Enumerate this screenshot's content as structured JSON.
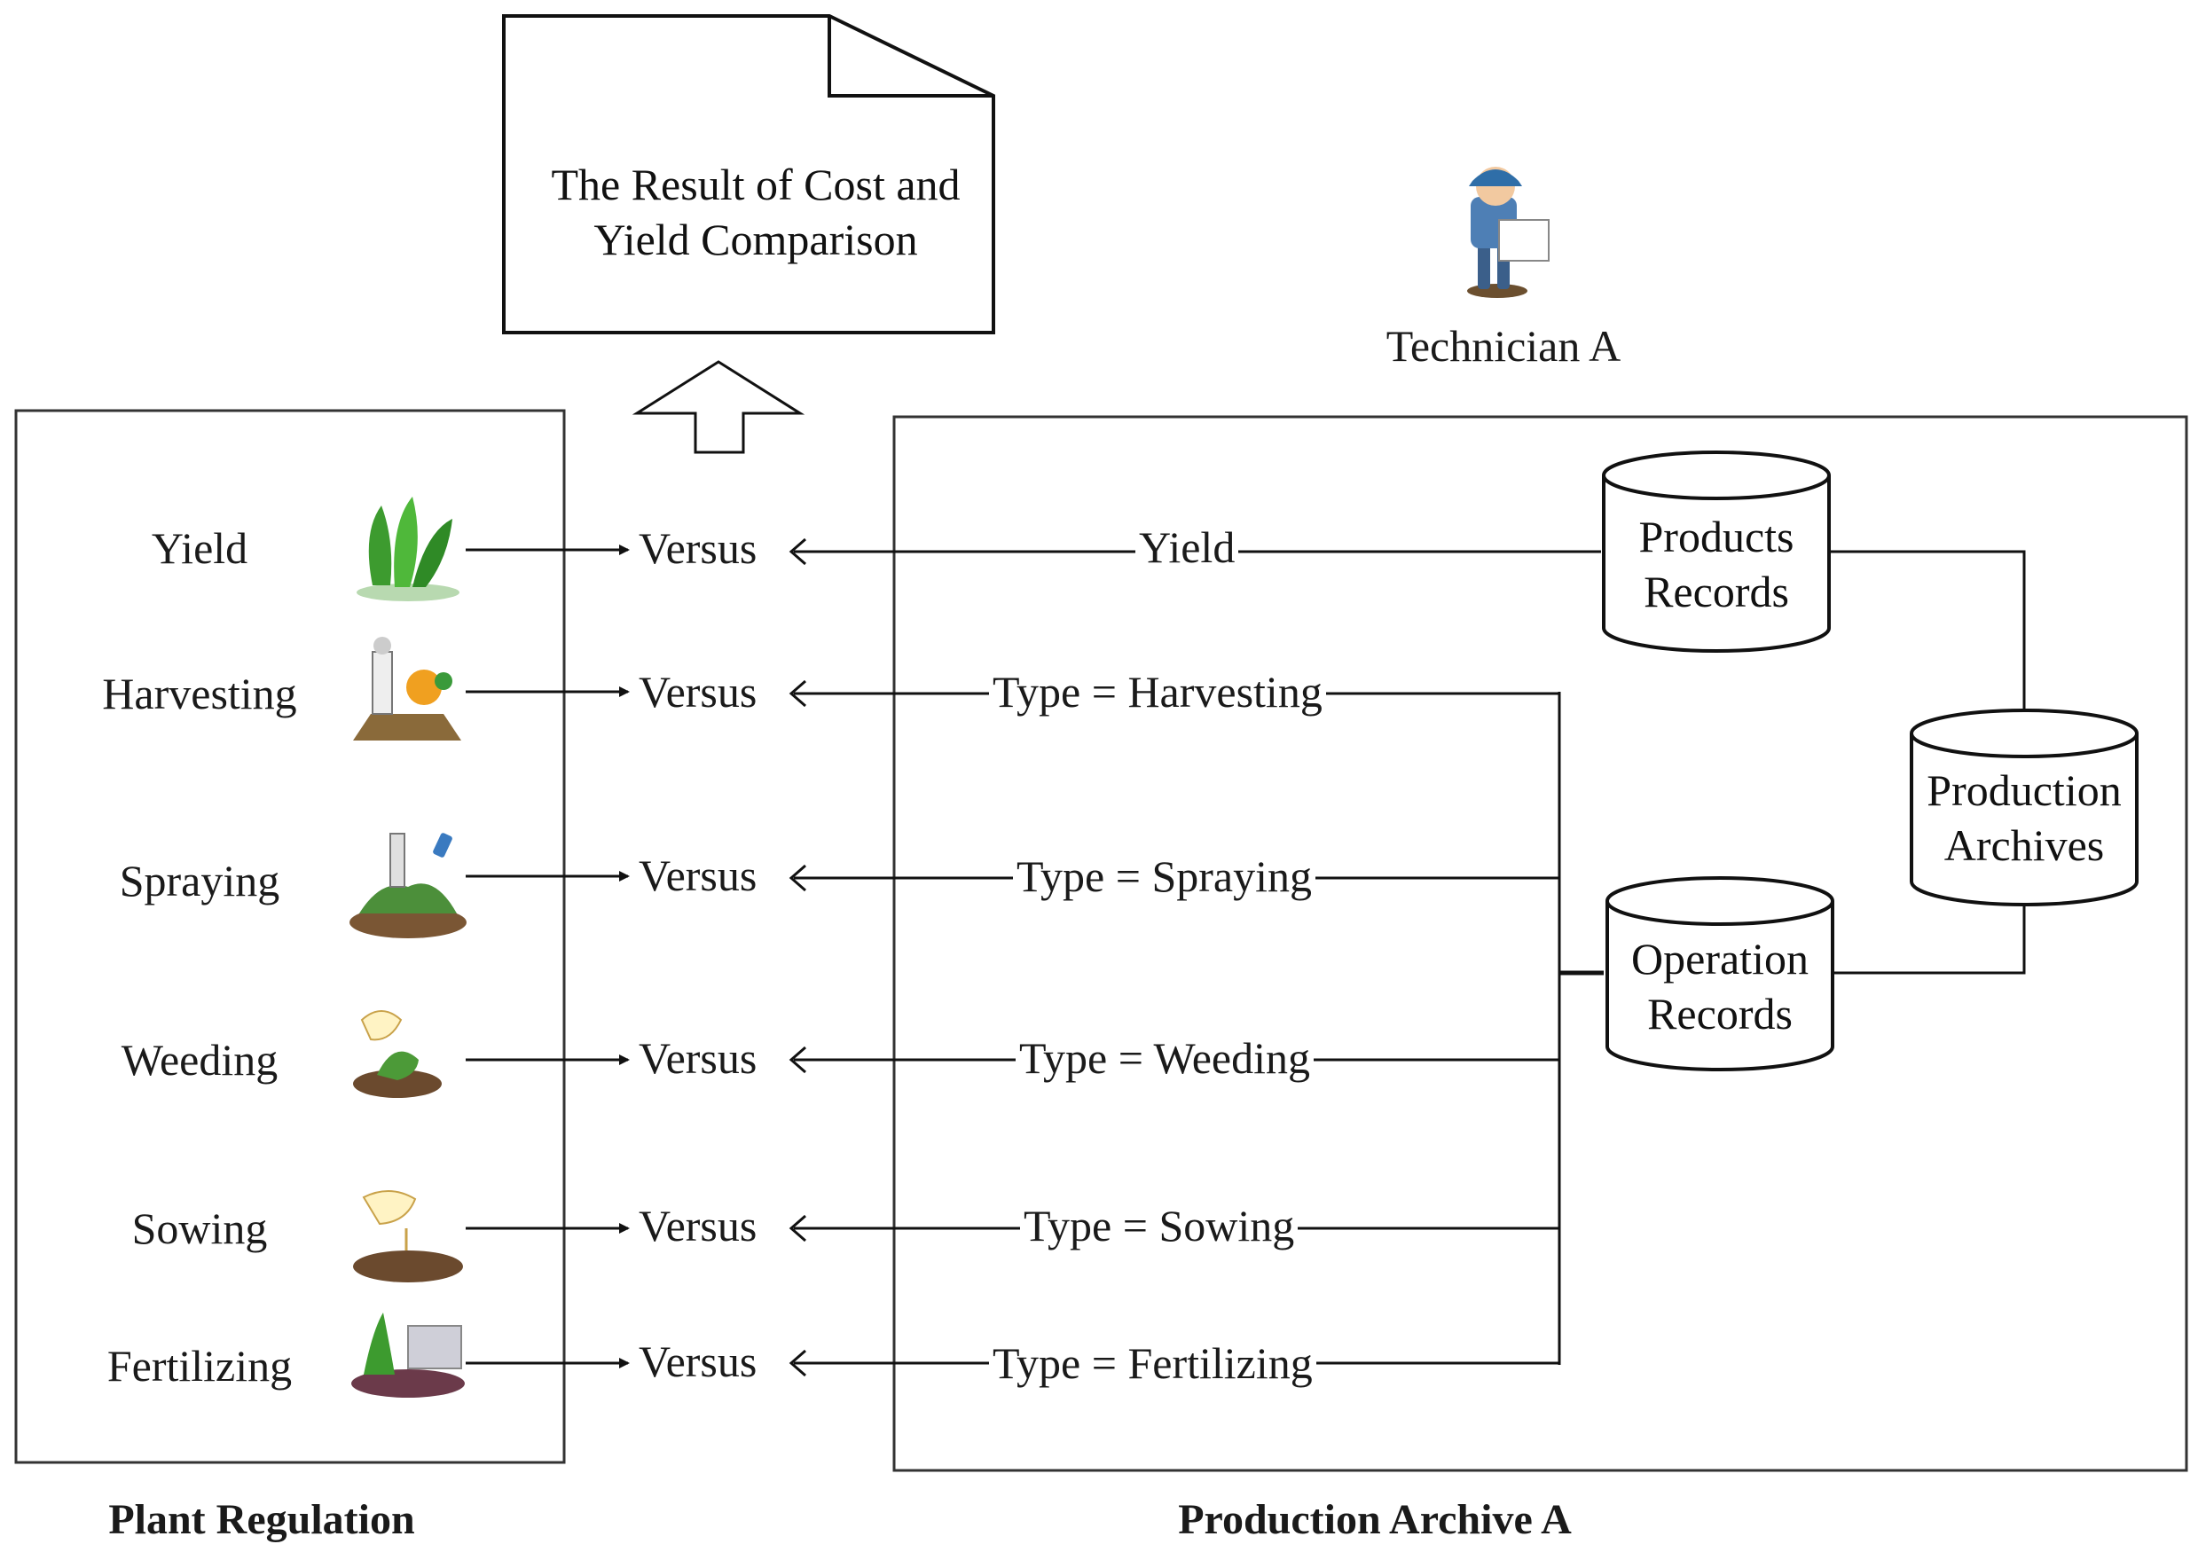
{
  "result_doc": {
    "line1": "The Result of Cost and",
    "line2": "Yield Comparison"
  },
  "technician": {
    "label": "Technician A"
  },
  "plant_regulation": {
    "title": "Plant Regulation",
    "rows": [
      {
        "label": "Yield",
        "icon": "spinach-icon"
      },
      {
        "label": "Harvesting",
        "icon": "harvesting-icon"
      },
      {
        "label": "Spraying",
        "icon": "spraying-icon"
      },
      {
        "label": "Weeding",
        "icon": "weeding-icon"
      },
      {
        "label": "Sowing",
        "icon": "sowing-icon"
      },
      {
        "label": "Fertilizing",
        "icon": "fertilizing-icon"
      }
    ]
  },
  "versus": [
    "Versus",
    "Versus",
    "Versus",
    "Versus",
    "Versus",
    "Versus"
  ],
  "conditions": [
    "Yield",
    "Type = Harvesting",
    "Type = Spraying",
    "Type = Weeding",
    "Type = Sowing",
    "Type = Fertilizing"
  ],
  "production_archive": {
    "title": "Production Archive A",
    "products_records": {
      "line1": "Products",
      "line2": "Records"
    },
    "production_archives": {
      "line1": "Production",
      "line2": "Archives"
    },
    "operation_records": {
      "line1": "Operation",
      "line2": "Records"
    }
  }
}
